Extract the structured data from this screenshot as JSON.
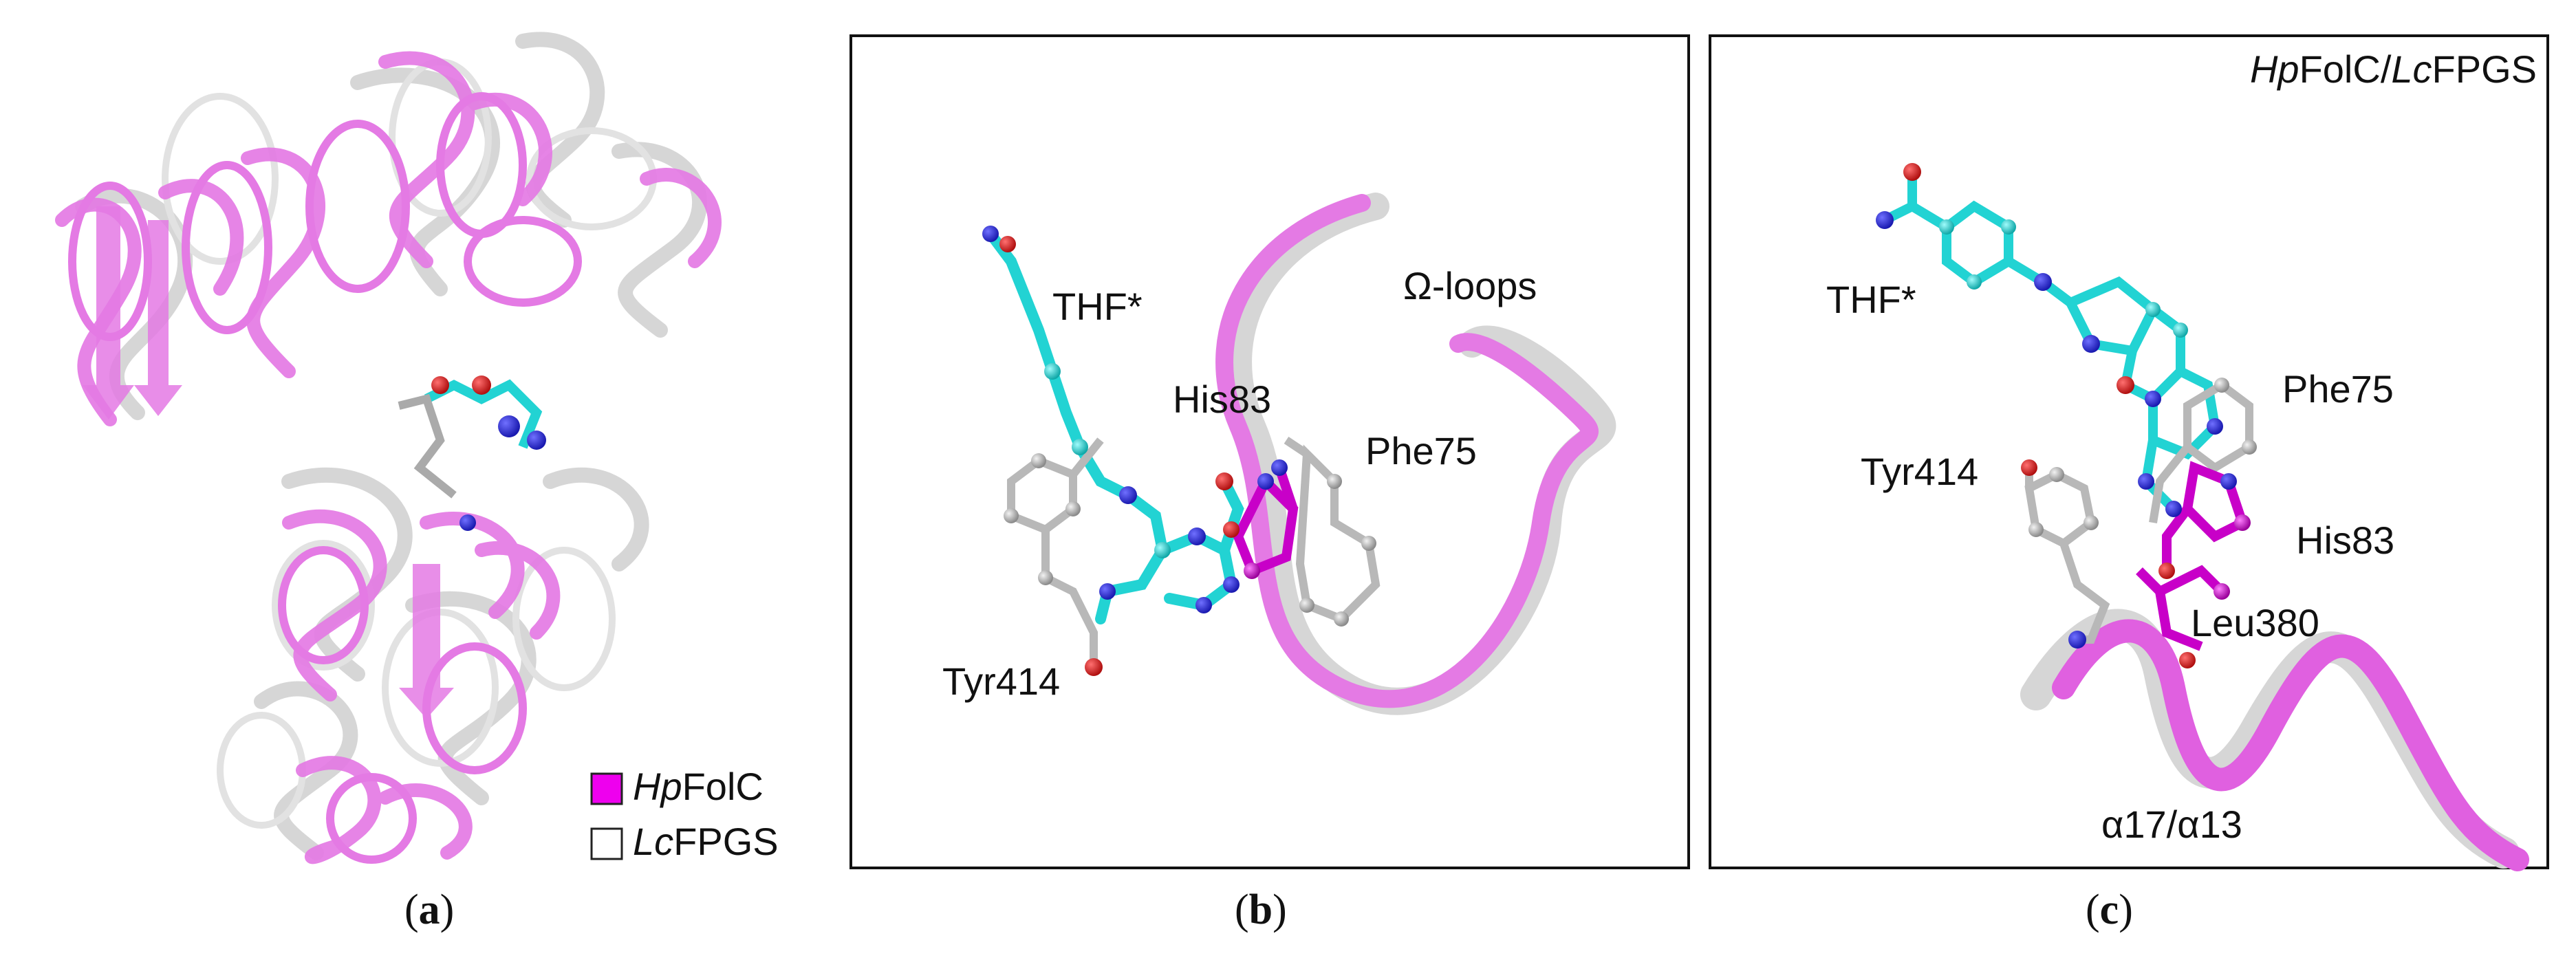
{
  "panel_a": {
    "caption_letter": "a",
    "legend": [
      {
        "prefix": "Hp",
        "suffix": "FolC",
        "color": "#ee00ee"
      },
      {
        "prefix": "Lc",
        "suffix": "FPGS",
        "color": "#ffffff"
      }
    ]
  },
  "panel_b": {
    "caption_letter": "b",
    "labels": {
      "thf": "THF*",
      "omega": "Ω-loops",
      "his": "His83",
      "phe": "Phe75",
      "tyr": "Tyr414"
    }
  },
  "panel_c": {
    "caption_letter": "c",
    "title_parts": [
      "Hp",
      "FolC/",
      "Lc",
      "FPGS"
    ],
    "labels": {
      "thf": "THF*",
      "phe": "Phe75",
      "tyr": "Tyr414",
      "his": "His83",
      "leu": "Leu380",
      "helix": "α17/α13"
    }
  },
  "colors": {
    "hpfolc": "#e070e0",
    "lcfpgs": "#d8d8d8",
    "ligand": "#22d3d3",
    "nitrogen": "#2a2ad8",
    "oxygen": "#e02020",
    "magenta_stick": "#c800c8",
    "grey_stick": "#bdbdbd"
  }
}
